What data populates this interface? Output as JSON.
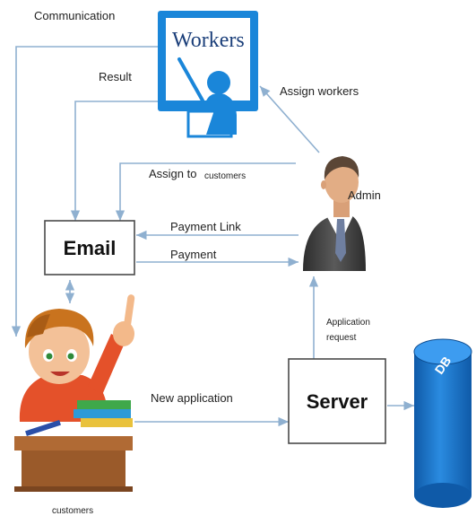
{
  "nodes": {
    "workers": "Workers",
    "admin": "Admin",
    "email": "Email",
    "server": "Server",
    "customers": "customers",
    "db": "DB"
  },
  "edges": {
    "communication": "Communication",
    "result": "Result",
    "assign_workers": "Assign workers",
    "assign_to": "Assign to",
    "assign_customers": "customers",
    "payment_link": "Payment Link",
    "payment": "Payment",
    "application_request_1": "Application",
    "application_request_2": "request",
    "new_application": "New application"
  },
  "colors": {
    "connector": "#8fb0d0",
    "workers_frame": "#1a86d9",
    "db_cylinder": "#1a6fc4"
  },
  "icons": {
    "workers": "presentation-board-icon",
    "admin": "businessman-icon",
    "customers": "child-at-desk-icon",
    "db": "database-cylinder-icon"
  }
}
